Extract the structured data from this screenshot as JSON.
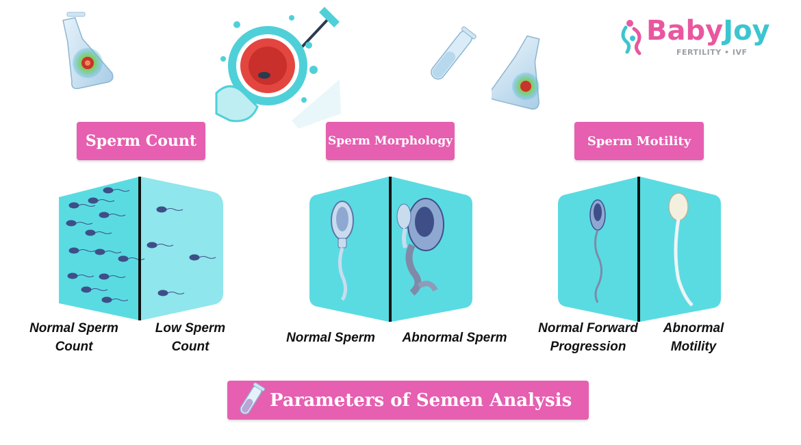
{
  "logo": {
    "word_1": "Baby",
    "word_2": "Joy",
    "tagline": "FERTILITY • IVF"
  },
  "colors": {
    "pink": "#e65fb0",
    "teal": "#5adbe2",
    "light_teal": "#8fe6ec",
    "sperm": "#3e4f88"
  },
  "sections": [
    {
      "title": "Sperm Count",
      "captions": [
        "Normal Sperm\nCount",
        "Low Sperm\nCount"
      ]
    },
    {
      "title": "Sperm Morphology",
      "captions": [
        "Normal Sperm",
        "Abnormal Sperm"
      ]
    },
    {
      "title": "Sperm Motility",
      "captions": [
        "Normal Forward\nProgression",
        "Abnormal\nMotility"
      ]
    }
  ],
  "banner": {
    "title": "Parameters of Semen Analysis",
    "icon": "test-tube-icon"
  }
}
